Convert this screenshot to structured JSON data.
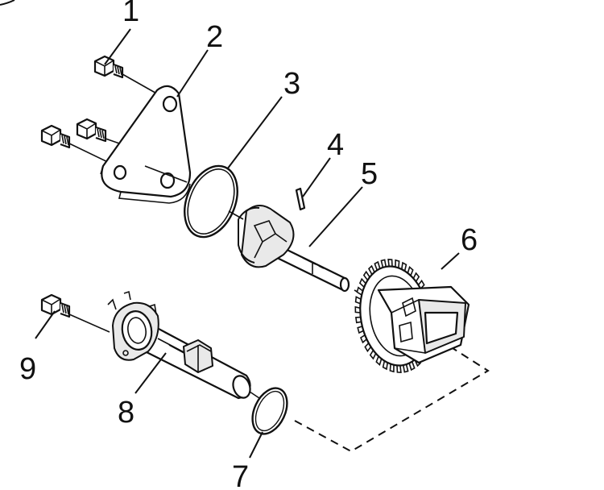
{
  "callouts": [
    {
      "number": "1",
      "part": "bolt-top"
    },
    {
      "number": "2",
      "part": "mounting-plate"
    },
    {
      "number": "3",
      "part": "o-ring-large"
    },
    {
      "number": "4",
      "part": "pin"
    },
    {
      "number": "5",
      "part": "shaft-with-rotor"
    },
    {
      "number": "6",
      "part": "gear-assembly"
    },
    {
      "number": "7",
      "part": "o-ring-small"
    },
    {
      "number": "8",
      "part": "sleeve-housing"
    },
    {
      "number": "9",
      "part": "bolt-bottom"
    }
  ]
}
